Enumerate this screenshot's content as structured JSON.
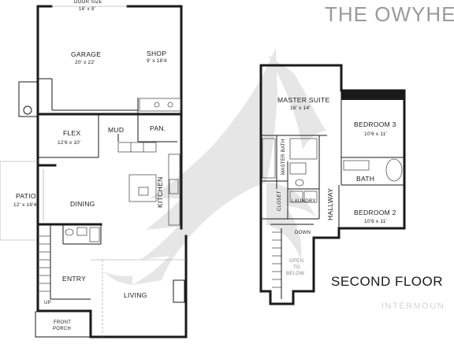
{
  "header": {
    "brand_title": "THE OWYHE",
    "watermark": "INTERMOUN"
  },
  "floors": {
    "first": {
      "rooms": {
        "door_size": {
          "label": "DOOR SIZE",
          "dims": "16' x 8'"
        },
        "garage": {
          "label": "GARAGE",
          "dims": "20' x 22'"
        },
        "shop": {
          "label": "SHOP",
          "dims": "9' x 18'4"
        },
        "flex": {
          "label": "FLEX",
          "dims": "12'6 x 10'"
        },
        "mud": {
          "label": "MUD"
        },
        "pantry": {
          "label": "PAN."
        },
        "kitchen": {
          "label": "KITCHEN"
        },
        "patio": {
          "label": "PATIO",
          "dims": "12' x 16'4"
        },
        "dining": {
          "label": "DINING"
        },
        "entry": {
          "label": "ENTRY"
        },
        "living": {
          "label": "LIVING"
        },
        "up": {
          "label": "UP"
        },
        "front_porch": {
          "label_line1": "FRONT",
          "label_line2": "PORCH"
        }
      }
    },
    "second": {
      "label": "SECOND FLOOR",
      "rooms": {
        "master_suite": {
          "label": "MASTER SUITE",
          "dims": "16' x 14'"
        },
        "bedroom3": {
          "label": "BEDROOM 3",
          "dims": "10'6 x 11'"
        },
        "master_bath": {
          "label": "MASTER BATH"
        },
        "bath": {
          "label": "BATH"
        },
        "closet": {
          "label": "CLOSET"
        },
        "laundry": {
          "label": "LAUNDRY"
        },
        "hallway": {
          "label": "HALLWAY"
        },
        "bedroom2": {
          "label": "BEDROOM 2",
          "dims": "10'6 x 11'"
        },
        "down": {
          "label": "DOWN"
        },
        "open_to_below": {
          "line1": "OPEN",
          "line2": "TO",
          "line3": "BELOW"
        }
      }
    }
  },
  "colors": {
    "wall": "#1a1a1a",
    "watermark_eagle": "#e6e6e6",
    "brand_title": "#9a9a9a"
  }
}
